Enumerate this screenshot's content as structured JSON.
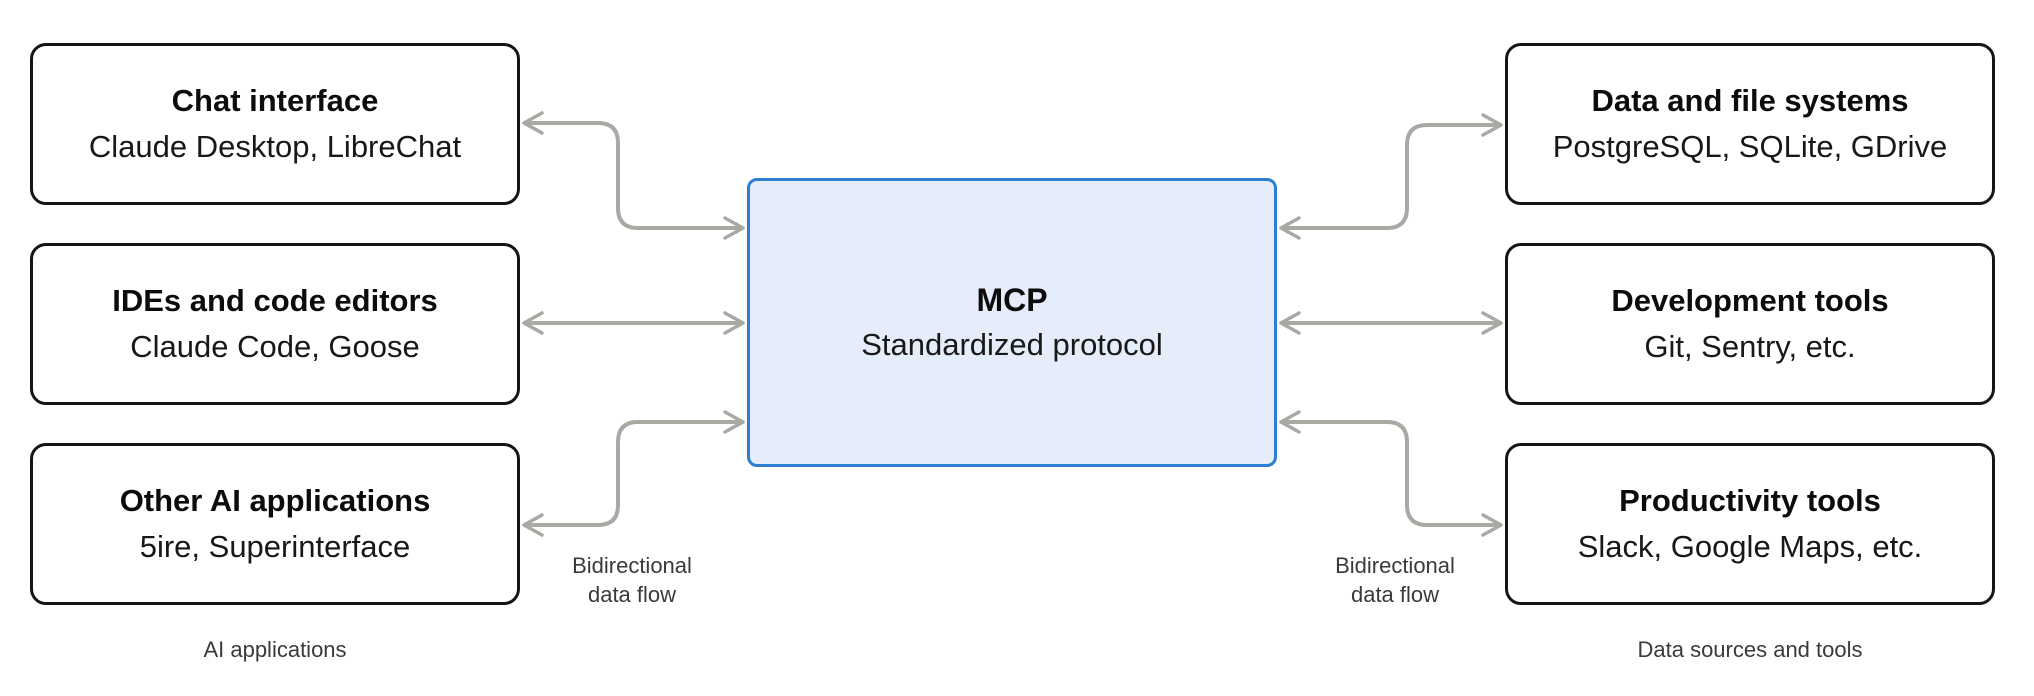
{
  "diagram": {
    "center": {
      "title": "MCP",
      "subtitle": "Standardized protocol"
    },
    "left": {
      "group_label": "AI applications",
      "flow_label_lines": [
        "Bidirectional",
        "data flow"
      ],
      "boxes": [
        {
          "title": "Chat interface",
          "subtitle": "Claude Desktop, LibreChat"
        },
        {
          "title": "IDEs and code editors",
          "subtitle": "Claude Code, Goose"
        },
        {
          "title": "Other AI applications",
          "subtitle": "5ire, Superinterface"
        }
      ]
    },
    "right": {
      "group_label": "Data sources and tools",
      "flow_label_lines": [
        "Bidirectional",
        "data flow"
      ],
      "boxes": [
        {
          "title": "Data and file systems",
          "subtitle": "PostgreSQL, SQLite, GDrive"
        },
        {
          "title": "Development tools",
          "subtitle": "Git, Sentry, etc."
        },
        {
          "title": "Productivity tools",
          "subtitle": "Slack, Google Maps, etc."
        }
      ]
    }
  },
  "colors": {
    "box_border": "#151515",
    "box_fill": "#ffffff",
    "mcp_border": "#2e7fd2",
    "mcp_fill": "#e4edf9",
    "arrow": "#a9a9a4",
    "title_color": "#0c0c0c",
    "subtitle_color": "#181818",
    "label_color": "#3a3a3a",
    "canvas_bg": "#ffffff"
  }
}
